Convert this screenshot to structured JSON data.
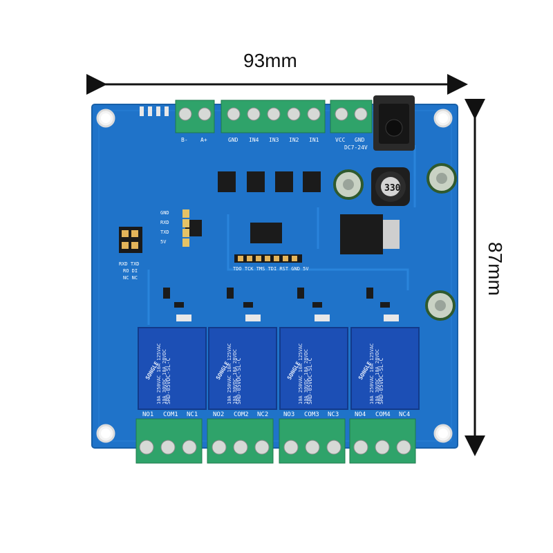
{
  "dimensions": {
    "width": "93mm",
    "height": "87mm"
  },
  "terminals": {
    "top_left": [
      "B-",
      "A+"
    ],
    "top_inputs": [
      "GND",
      "IN4",
      "IN3",
      "IN2",
      "IN1"
    ],
    "power": [
      "VCC",
      "GND"
    ],
    "power_note": "DC7-24V",
    "bottom_relays": [
      [
        "NO1",
        "COM1",
        "NC1"
      ],
      [
        "NO2",
        "COM2",
        "NC2"
      ],
      [
        "NO3",
        "COM3",
        "NC3"
      ],
      [
        "NO4",
        "COM4",
        "NC4"
      ]
    ]
  },
  "serial_header": [
    "GND",
    "RXD",
    "TXD",
    "5V"
  ],
  "jumper_labels": [
    "RXD TXD",
    "RO DI",
    "NC NC"
  ],
  "jtag_header": "TDO TCK TMS TDI RST GND 5V",
  "inductor_code": "330",
  "relay": {
    "brand": "SONGLE",
    "model": "SRD-05VDC-SL-C",
    "ratings": [
      "10A 250VAC 10A 125VAC",
      "10A 30VDC 10A 28VDC"
    ]
  },
  "colors": {
    "pcb": "#1f73c9",
    "pcb_dark": "#1559a6",
    "terminal": "#2fa36a",
    "relay": "#1c4fb5"
  }
}
